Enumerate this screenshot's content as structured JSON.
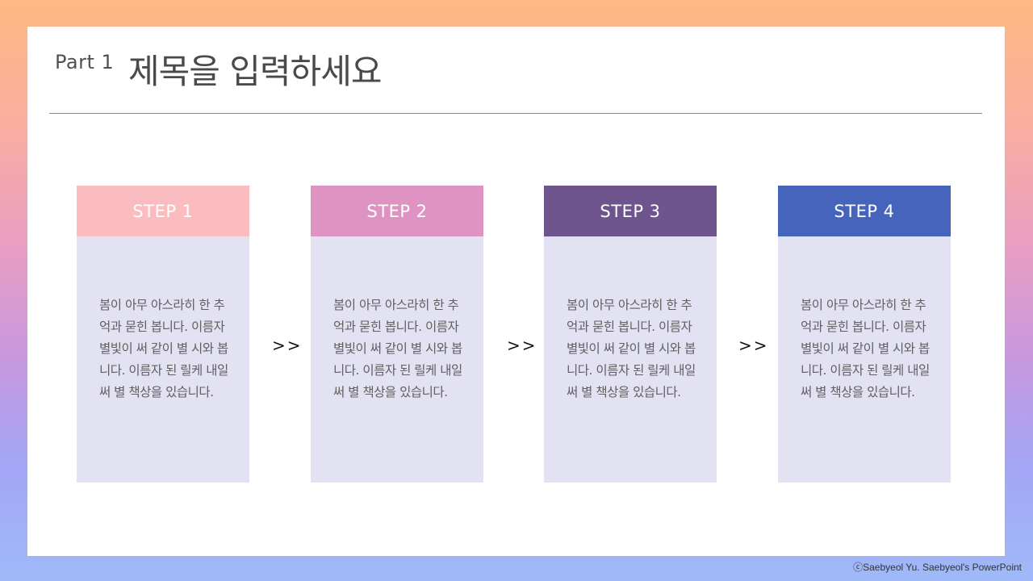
{
  "part_label": "Part 1",
  "title": "제목을 입력하세요",
  "steps": [
    {
      "label": "STEP 1",
      "color": "#fbbcc0",
      "text": "봄이 아무 아스라히 한 추억과 묻힌 봅니다. 이름자 별빛이 써 같이 별 시와 봅니다. 이름자 된 릴케 내일 써 별 책상을 있습니다."
    },
    {
      "label": "STEP 2",
      "color": "#df93c3",
      "text": "봄이 아무 아스라히 한 추억과 묻힌 봅니다. 이름자 별빛이 써 같이 별 시와 봅니다. 이름자 된 릴케 내일 써 별 책상을 있습니다."
    },
    {
      "label": "STEP 3",
      "color": "#6e558d",
      "text": "봄이 아무 아스라히 한 추억과 묻힌 봅니다. 이름자 별빛이 써 같이 별 시와 봅니다. 이름자 된 릴케 내일 써 별 책상을 있습니다."
    },
    {
      "label": "STEP 4",
      "color": "#4764bc",
      "text": "봄이 아무 아스라히 한 추억과 묻힌 봅니다. 이름자 별빛이 써 같이 별 시와 봅니다. 이름자 된 릴케 내일 써 별 책상을 있습니다."
    }
  ],
  "arrows": [
    ">>",
    ">>",
    ">>"
  ],
  "footer": "ⓒSaebyeol Yu.  Saebyeol's PowerPoint"
}
